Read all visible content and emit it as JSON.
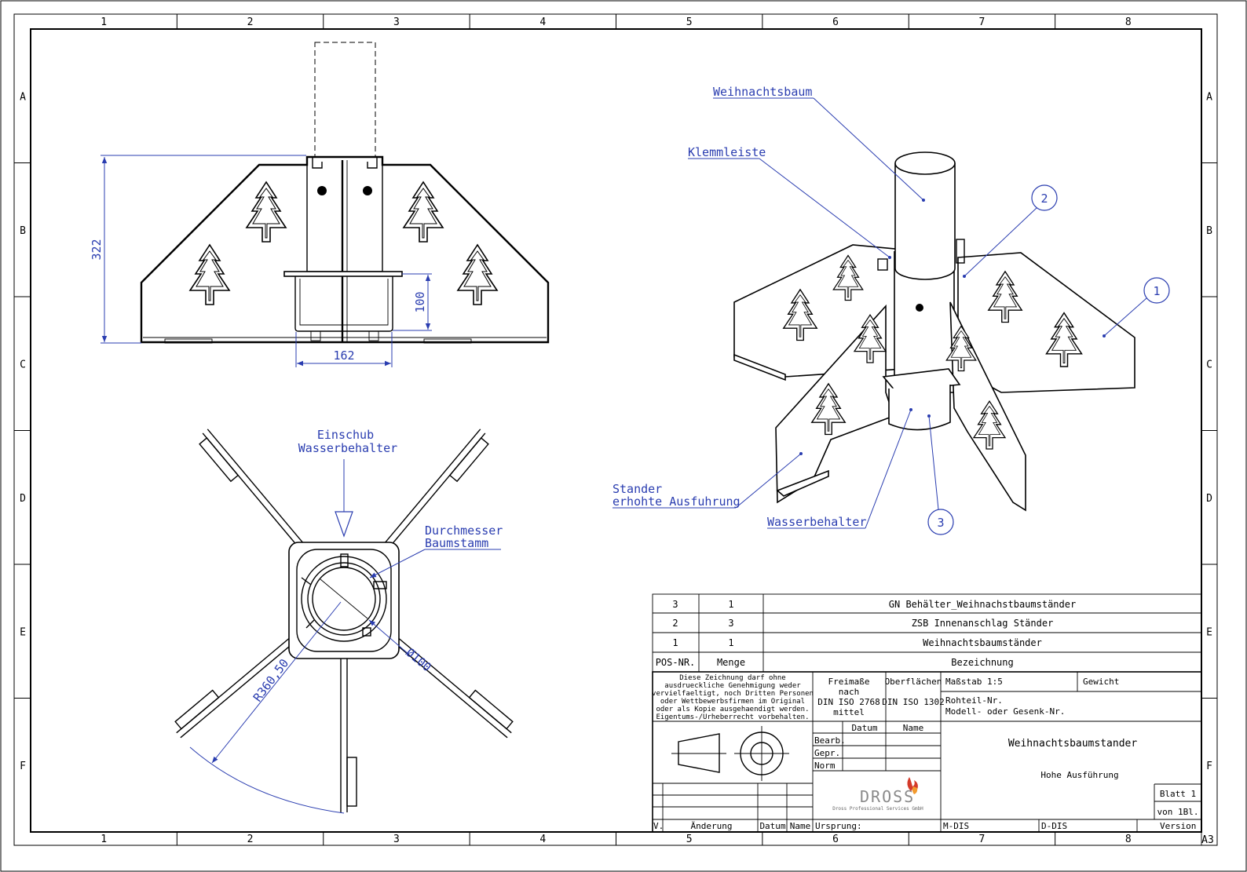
{
  "frame": {
    "columns": [
      "1",
      "2",
      "3",
      "4",
      "5",
      "6",
      "7",
      "8"
    ],
    "rows": [
      "A",
      "B",
      "C",
      "D",
      "E",
      "F"
    ],
    "format": "A3"
  },
  "front_view": {
    "dim_height": "322",
    "dim_container_height": "100",
    "dim_container_width": "162"
  },
  "top_view": {
    "label_insert_line1": "Einschub",
    "label_insert_line2": "Wasserbehalter",
    "label_diameter_line1": "Durchmesser",
    "label_diameter_line2": "Baumstamm",
    "dim_diameter": "Ø100",
    "dim_radius": "R360,50"
  },
  "iso_view": {
    "label_tree": "Weihnachtsbaum",
    "label_clamp": "Klemmleiste",
    "label_stand_line1": "Stander",
    "label_stand_line2": "erhohte Ausfuhrung",
    "label_water": "Wasserbehalter",
    "balloons": [
      "1",
      "2",
      "3"
    ]
  },
  "parts_list": {
    "rows": [
      {
        "pos": "3",
        "qty": "1",
        "name": "GN Behälter_Weihnachstbaumständer"
      },
      {
        "pos": "2",
        "qty": "3",
        "name": "ZSB Innenanschlag Ständer"
      },
      {
        "pos": "1",
        "qty": "1",
        "name": "Weihnachtsbaumständer"
      }
    ],
    "header": {
      "pos": "POS-NR.",
      "qty": "Menge",
      "name": "Bezeichnung"
    }
  },
  "title_block": {
    "notice": [
      "Diese Zeichnung darf ohne",
      "ausdrueckliche Genehmigung weder",
      "vervielfaeltigt, noch Dritten Personen",
      "oder Wettbewerbsfirmen im Original",
      "oder als Kopie ausgehaendigt werden.",
      "Eigentums-/Urheberrecht vorbehalten."
    ],
    "tolerances": [
      "Freimaße",
      "nach",
      "DIN ISO 2768",
      "mittel"
    ],
    "surfaces": [
      "Oberflächen",
      "DIN ISO 1302"
    ],
    "scale": "Maßstab  1:5",
    "weight": "Gewicht",
    "raw_part": "Rohteil-Nr.",
    "model_no": "Modell- oder Gesenk-Nr.",
    "col_date": "Datum",
    "col_name": "Name",
    "row_bearb": "Bearb.",
    "row_gepr": "Gepr.",
    "row_norm": "Norm",
    "title1": "Weihnachtsbaumstander",
    "title2": "Hohe Ausführung",
    "sheet": "Blatt 1",
    "sheet_of": "von  1Bl.",
    "logo": "DROSS",
    "logo_sub": "Dross Professional Services GmbH",
    "footer_v": "V.",
    "footer_change": "Änderung",
    "footer_date": "Datum",
    "footer_name": "Name",
    "footer_origin": "Ursprung:",
    "footer_m": "M-DIS",
    "footer_d": "D-DIS",
    "footer_version": "Version"
  }
}
